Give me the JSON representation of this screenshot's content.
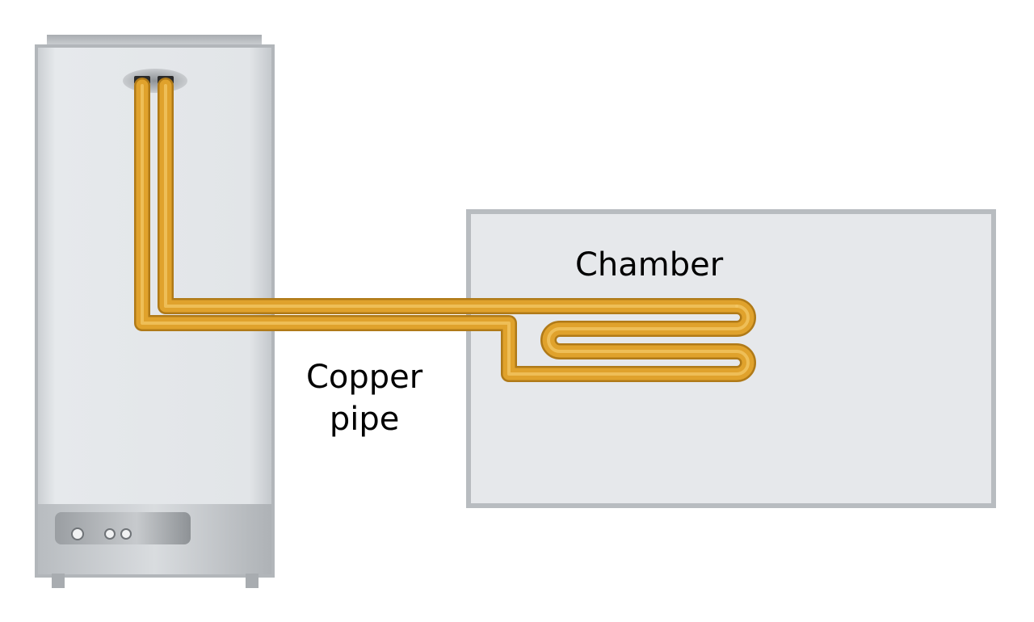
{
  "labels": {
    "chamber": "Chamber",
    "copper_line1": "Copper",
    "copper_line2": "pipe"
  },
  "colors": {
    "background": "#ffffff",
    "unit_panel": "#e4e7ea",
    "unit_border": "#b2b6ba",
    "chamber_panel": "#e6e8eb",
    "chamber_border": "#b8bcc0",
    "pipe": "#e0a22c",
    "pipe_highlight": "#f3c766",
    "pipe_edge": "#b07a18"
  },
  "icons": [
    "pipe-inlet-fitting-icon",
    "control-knob-icon"
  ]
}
